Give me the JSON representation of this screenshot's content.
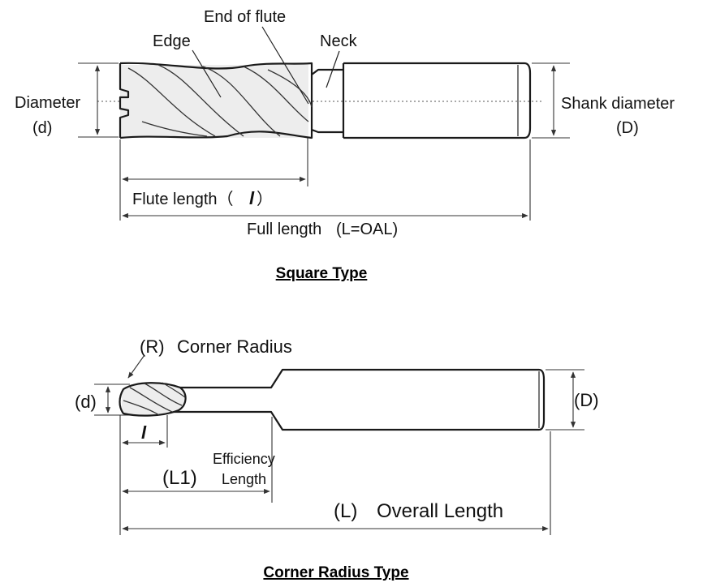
{
  "square_type": {
    "caption": "Square Type",
    "labels": {
      "end_of_flute": "End of flute",
      "edge": "Edge",
      "neck": "Neck",
      "diameter": "Diameter",
      "diameter_symbol": "(d)",
      "shank_diameter": "Shank diameter",
      "shank_symbol": "(D)",
      "flute_length": "Flute length（",
      "flute_length_symbol": "l",
      "flute_length_close": "）",
      "full_length": "Full length",
      "full_length_symbol": "(L=OAL)"
    }
  },
  "corner_radius_type": {
    "caption": "Corner Radius Type",
    "labels": {
      "corner_radius_symbol": "(R)",
      "corner_radius": "Corner Radius",
      "diameter_symbol": "(d)",
      "shank_symbol": "(D)",
      "flute_symbol": "l",
      "efficiency_symbol": "(L1)",
      "efficiency_line1": "Efficiency",
      "efficiency_line2": "Length",
      "overall_symbol": "(L)",
      "overall_length": "Overall Length"
    }
  },
  "colors": {
    "outline": "#1a1a1a",
    "text": "#111111",
    "background": "#ffffff"
  }
}
